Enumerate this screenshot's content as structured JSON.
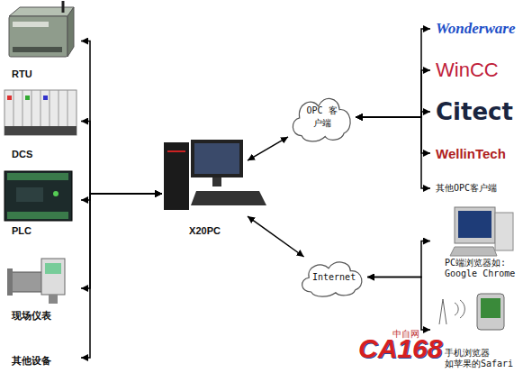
{
  "diagram": {
    "nodes": [
      {
        "text": [
          "RTU"
        ]
      },
      {
        "text": [
          "DCS"
        ]
      },
      {
        "text": [
          "PLC"
        ]
      },
      {
        "text": [
          "现场仪表"
        ]
      },
      {
        "text": [
          "其他设备"
        ]
      },
      {
        "text": [
          "X20PC"
        ]
      },
      {
        "text": [
          "OPC 客户端"
        ]
      },
      {
        "text": [
          "Internet"
        ]
      },
      {
        "text": [
          "Wonderware"
        ]
      },
      {
        "text": [
          "WinCC"
        ]
      },
      {
        "text": [
          "Citect"
        ]
      },
      {
        "text": [
          "WellinTech"
        ]
      },
      {
        "text": [
          "其他OPC客户端"
        ]
      },
      {
        "text": [
          "PC端浏览器如: Google Chrome"
        ]
      },
      {
        "text": [
          "手机浏览器 如苹果的Safari"
        ]
      }
    ],
    "edges": [
      {
        "from": 0,
        "to": 5,
        "arrow": "both"
      },
      {
        "from": 1,
        "to": 5,
        "arrow": "both"
      },
      {
        "from": 2,
        "to": 5,
        "arrow": "both"
      },
      {
        "from": 3,
        "to": 5,
        "arrow": "both"
      },
      {
        "from": 4,
        "to": 5,
        "arrow": "both"
      },
      {
        "from": 5,
        "to": 6,
        "arrow": "both"
      },
      {
        "from": 5,
        "to": 7,
        "arrow": "both"
      },
      {
        "from": 6,
        "to": 8,
        "arrow": "both"
      },
      {
        "from": 6,
        "to": 9,
        "arrow": "both"
      },
      {
        "from": 6,
        "to": 10,
        "arrow": "both"
      },
      {
        "from": 6,
        "to": 11,
        "arrow": "both"
      },
      {
        "from": 6,
        "to": 12,
        "arrow": "both"
      },
      {
        "from": 7,
        "to": 13,
        "arrow": "both"
      },
      {
        "from": 7,
        "to": 14,
        "arrow": "both"
      }
    ],
    "labels": [
      "中自网",
      "CA168"
    ]
  }
}
